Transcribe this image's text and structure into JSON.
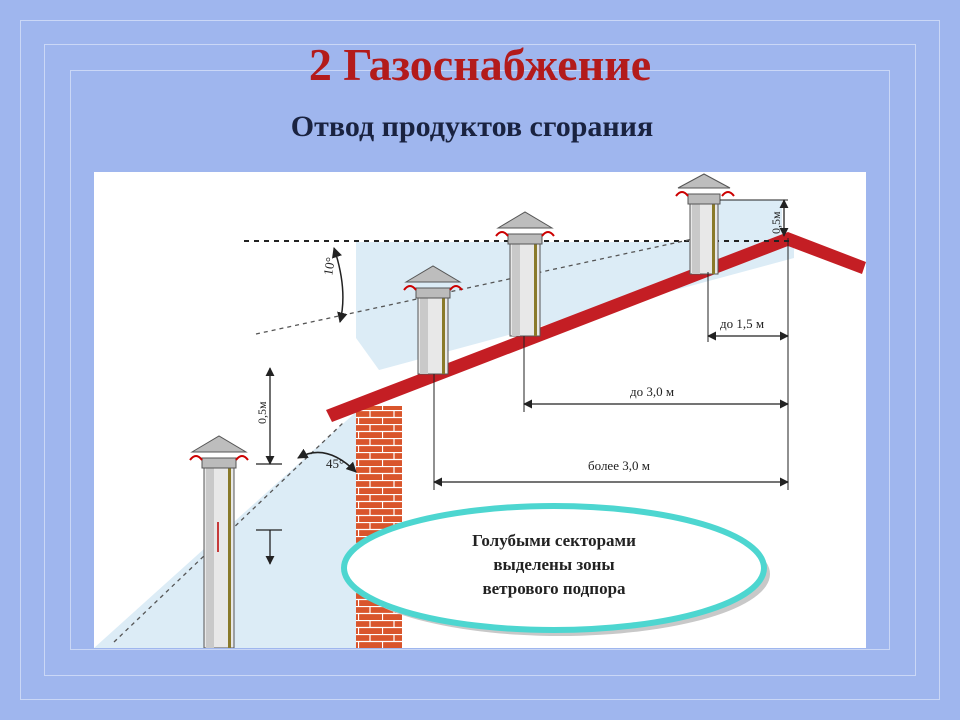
{
  "slide": {
    "title": "2 Газоснабжение",
    "subtitle": "Отвод продуктов сгорания"
  },
  "diagram": {
    "dim_half_m_right": "0,5м",
    "dim_half_m_left": "0,5м",
    "angle_top": "10°",
    "angle_bottom": "45°",
    "dim_upto_1_5": "до 1,5 м",
    "dim_upto_3_0": "до 3,0 м",
    "dim_more_3_0": "более 3,0 м",
    "note_lines": [
      "Голубыми секторами",
      "выделены зоны",
      "ветрового подпора"
    ]
  },
  "colors": {
    "title": "#b31b1b",
    "roof": "#c41e24",
    "brick": "#d9552c",
    "wind_zone": "#dcecf6",
    "note_fill": "#ffffff",
    "note_border": "#4dd6d0"
  }
}
